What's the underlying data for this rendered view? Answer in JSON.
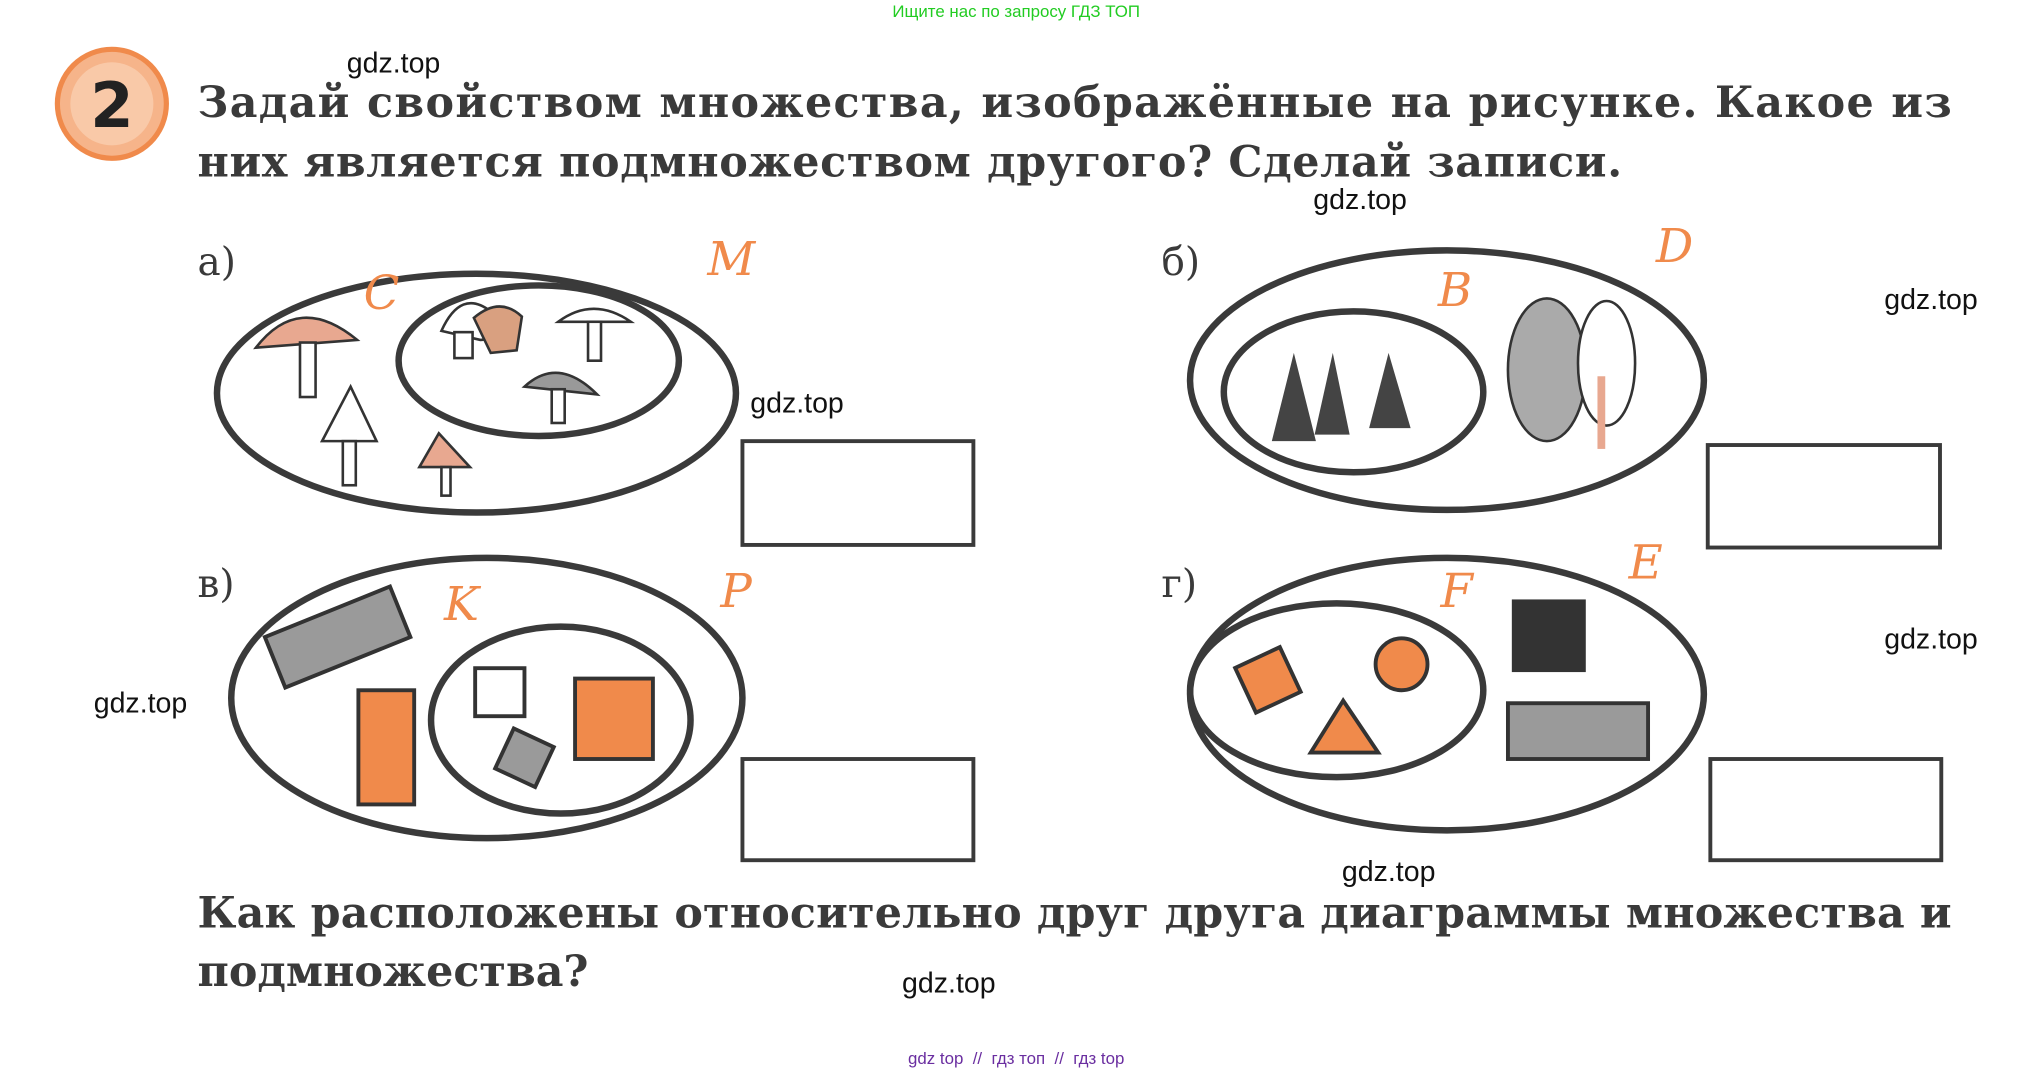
{
  "banner": "Ищите нас по запросу ГДЗ ТОП",
  "task": {
    "number": "2",
    "line1": "Задай свойством множества, изображённые на рисунке. Какое из",
    "line2": "них является подмножеством другого? Сделай записи."
  },
  "panels": [
    {
      "label": "а)",
      "inner": "C",
      "outer": "M"
    },
    {
      "label": "б)",
      "inner": "B",
      "outer": "D"
    },
    {
      "label": "в)",
      "inner": "P",
      "outer": "K"
    },
    {
      "label": "г)",
      "inner": "F",
      "outer": "E"
    }
  ],
  "question": {
    "line1": "Как расположены относительно друг друга диаграммы множества и",
    "line2": "подмножества?"
  },
  "watermark": "gdz.top",
  "footer": "gdz top  //  гдз топ  //  гдз top",
  "colors": {
    "orange": "#f08a4b",
    "gray": "#9a9a9a",
    "dark": "#3a3a3a",
    "banner": "#22cc22",
    "footer": "#6a2ea0"
  }
}
